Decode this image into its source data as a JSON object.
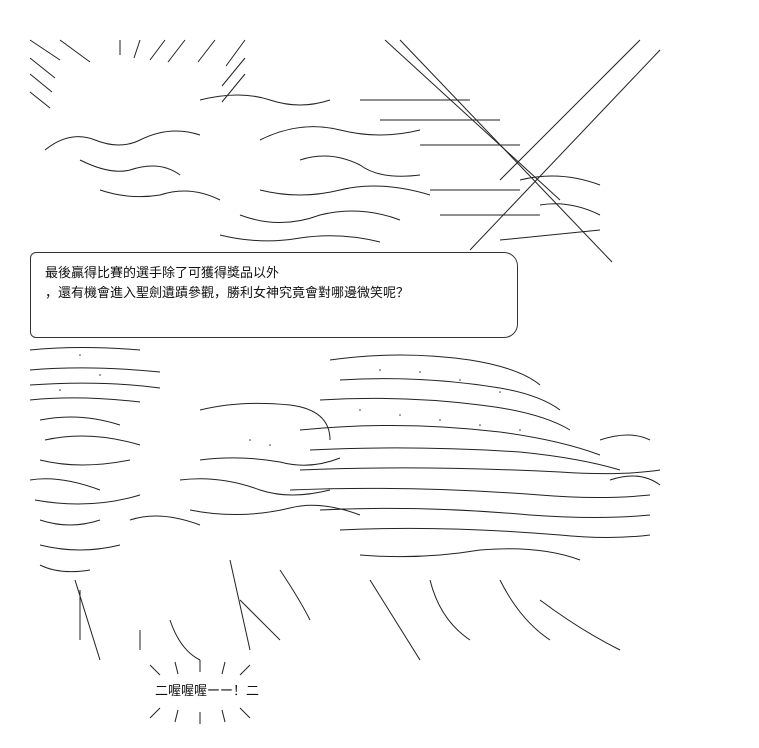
{
  "speech_bubble": {
    "line1": "最後贏得比賽的選手除了可獲得獎品以外",
    "line2": "，還有機會進入聖劍遺蹟參觀，勝利女神究竟會對哪邊微笑呢？"
  },
  "shout": {
    "text": "二喔喔喔ーー！二"
  },
  "colors": {
    "background": "#ffffff",
    "ink": "#111111"
  }
}
